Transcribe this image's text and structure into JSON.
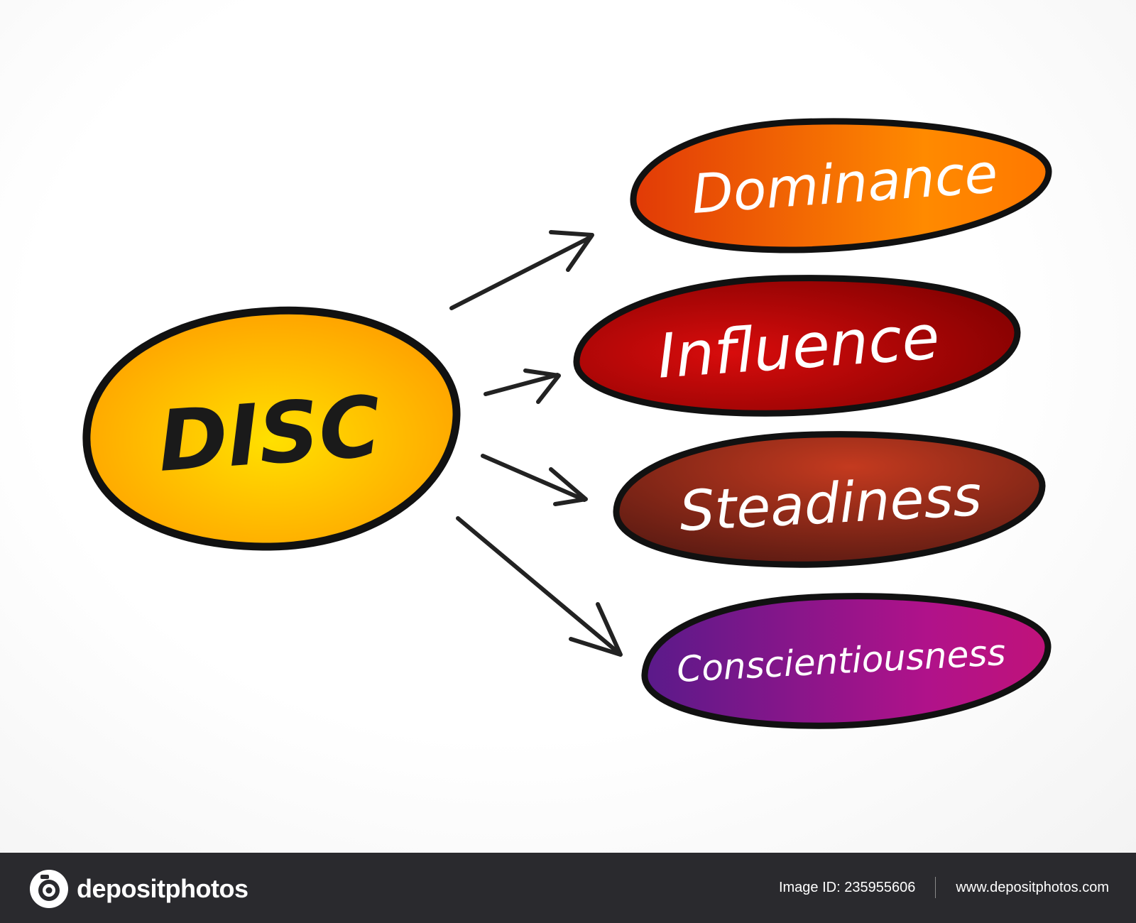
{
  "diagram": {
    "center": {
      "label": "DISC",
      "color_top": "#ffe000",
      "color_edge": "#ff9f00"
    },
    "nodes": [
      {
        "label": "Dominance",
        "color_light": "#ff8a00",
        "color_dark": "#e13a07"
      },
      {
        "label": "Influence",
        "color_light": "#d80c0c",
        "color_dark": "#7a0000"
      },
      {
        "label": "Steadiness",
        "color_light": "#c43a1f",
        "color_dark": "#5a1a12"
      },
      {
        "label": "Conscientiousness",
        "color_light": "#b0128a",
        "color_dark": "#5a1a8a"
      }
    ]
  },
  "footer": {
    "brand": "depositphotos",
    "image_id": "Image ID: 235955606",
    "website": "www.depositphotos.com"
  }
}
